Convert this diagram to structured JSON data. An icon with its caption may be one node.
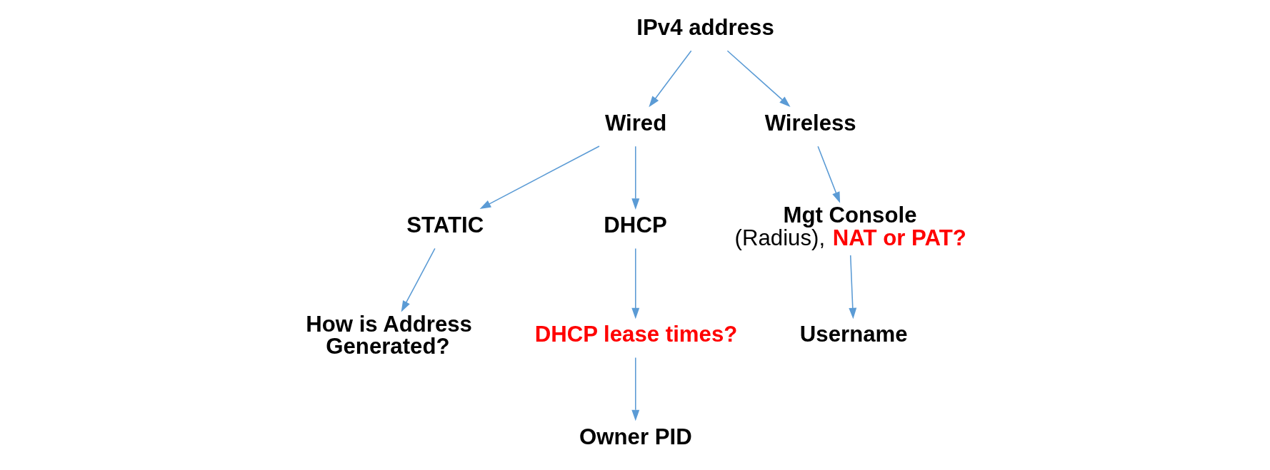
{
  "diagram": {
    "nodes": [
      {
        "text": [
          "IPv4 address"
        ]
      },
      {
        "text": [
          "Wired"
        ]
      },
      {
        "text": [
          "Wireless"
        ]
      },
      {
        "text": [
          "STATIC"
        ]
      },
      {
        "text": [
          "DHCP"
        ]
      },
      {
        "text": [
          "Mgt Console",
          "(Radius),",
          "NAT or PAT?"
        ]
      },
      {
        "text": [
          "How is Address Generated?"
        ]
      },
      {
        "text": [
          "DHCP lease times?"
        ]
      },
      {
        "text": [
          "Owner PID"
        ]
      },
      {
        "text": [
          "Username"
        ]
      }
    ],
    "edges": [
      {
        "from": 0,
        "to": 1,
        "arrow": "to"
      },
      {
        "from": 0,
        "to": 2,
        "arrow": "to"
      },
      {
        "from": 1,
        "to": 3,
        "arrow": "to"
      },
      {
        "from": 1,
        "to": 4,
        "arrow": "to"
      },
      {
        "from": 2,
        "to": 5,
        "arrow": "to"
      },
      {
        "from": 3,
        "to": 6,
        "arrow": "to"
      },
      {
        "from": 4,
        "to": 7,
        "arrow": "to"
      },
      {
        "from": 7,
        "to": 8,
        "arrow": "to"
      },
      {
        "from": 5,
        "to": 9,
        "arrow": "to"
      }
    ]
  }
}
